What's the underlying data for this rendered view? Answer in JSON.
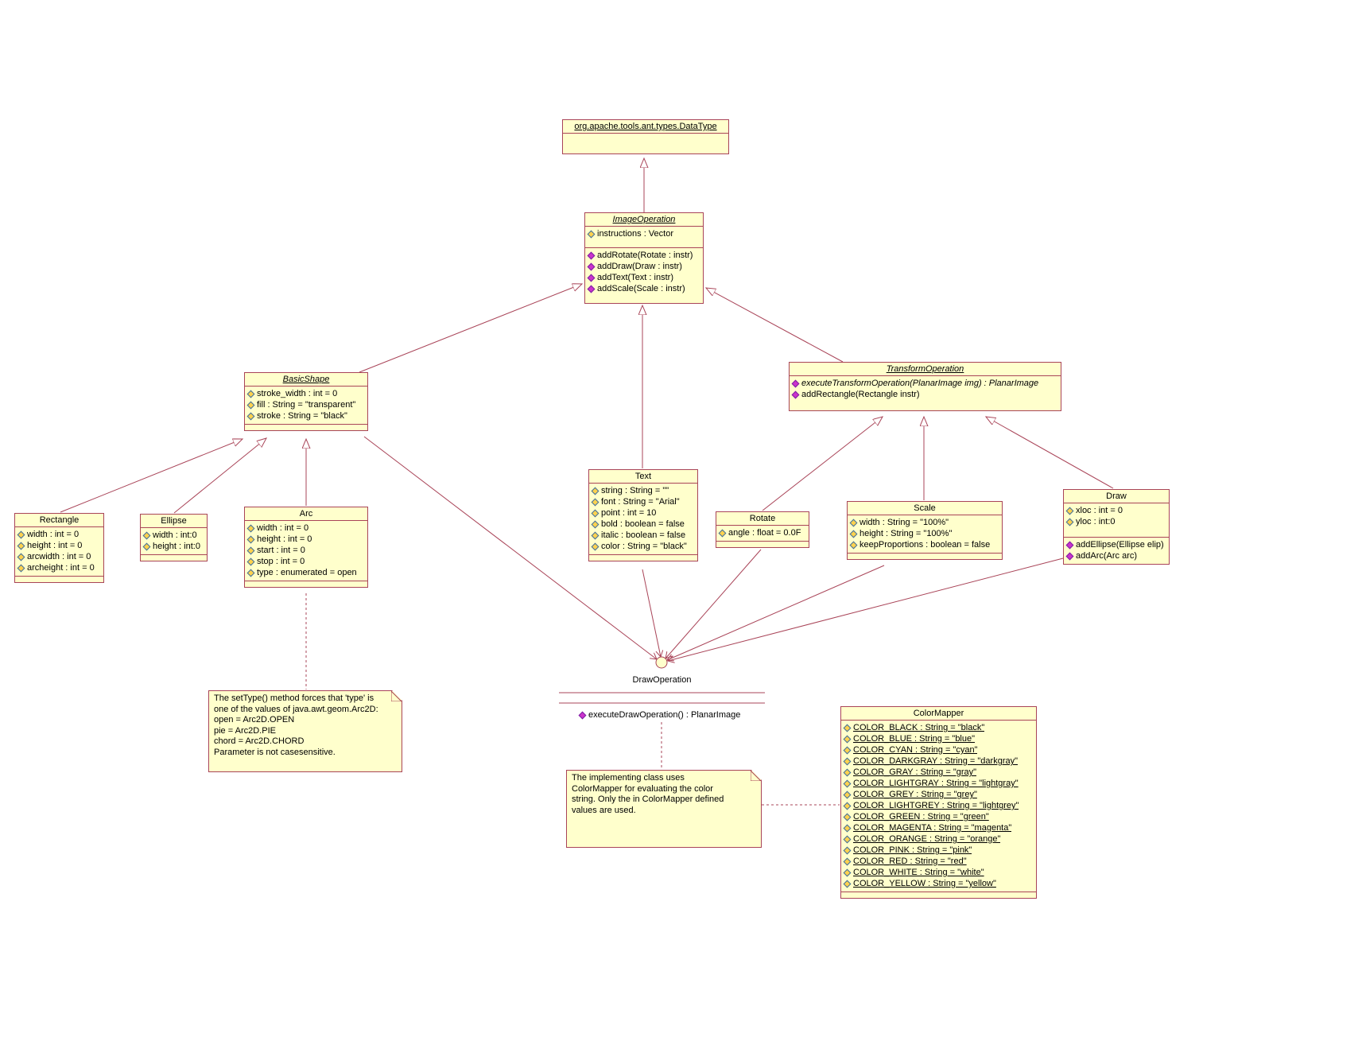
{
  "colors": {
    "line": "#A94458",
    "node_fill": "#FFFFCC",
    "background": "#FFFFFF",
    "attribute_icon": "#FFD24D",
    "attribute_icon_border": "#3A6EA5",
    "method_icon": "#CC33CC",
    "method_icon_border": "#7A1FA2"
  },
  "classes": {
    "datatype": {
      "title": "org.apache.tools.ant.types.DataType",
      "attributes": [],
      "methods": []
    },
    "image_operation": {
      "title": "ImageOperation",
      "attributes": [
        {
          "text": "instructions : Vector"
        }
      ],
      "methods": [
        {
          "text": "addRotate(Rotate : instr)"
        },
        {
          "text": "addDraw(Draw : instr)"
        },
        {
          "text": "addText(Text : instr)"
        },
        {
          "text": "addScale(Scale : instr)"
        }
      ]
    },
    "basic_shape": {
      "title": "BasicShape",
      "attributes": [
        {
          "text": "stroke_width : int = 0"
        },
        {
          "text": "fill : String = \"transparent\""
        },
        {
          "text": "stroke : String = \"black\""
        }
      ],
      "methods": []
    },
    "transform_operation": {
      "title": "TransformOperation",
      "attributes": [],
      "methods": [
        {
          "text": "executeTransformOperation(PlanarImage img) : PlanarImage",
          "italic": true
        },
        {
          "text": "addRectangle(Rectangle instr)"
        }
      ]
    },
    "rectangle": {
      "title": "Rectangle",
      "attributes": [
        {
          "text": "width : int = 0"
        },
        {
          "text": "height : int = 0"
        },
        {
          "text": "arcwidth : int = 0"
        },
        {
          "text": "archeight : int = 0"
        }
      ],
      "methods": []
    },
    "ellipse": {
      "title": "Ellipse",
      "attributes": [
        {
          "text": "width : int:0"
        },
        {
          "text": "height : int:0"
        }
      ],
      "methods": []
    },
    "arc": {
      "title": "Arc",
      "attributes": [
        {
          "text": "width : int = 0"
        },
        {
          "text": "height : int = 0"
        },
        {
          "text": "start : int = 0"
        },
        {
          "text": "stop : int = 0"
        },
        {
          "text": "type : enumerated = open"
        }
      ],
      "methods": []
    },
    "text": {
      "title": "Text",
      "attributes": [
        {
          "text": "string : String = \"\""
        },
        {
          "text": "font : String = \"Arial\""
        },
        {
          "text": "point : int = 10"
        },
        {
          "text": "bold : boolean = false"
        },
        {
          "text": "italic : boolean = false"
        },
        {
          "text": "color : String = \"black\""
        }
      ],
      "methods": []
    },
    "rotate": {
      "title": "Rotate",
      "attributes": [
        {
          "text": "angle : float = 0.0F"
        }
      ],
      "methods": []
    },
    "scale": {
      "title": "Scale",
      "attributes": [
        {
          "text": "width : String = \"100%\""
        },
        {
          "text": "height : String = \"100%\""
        },
        {
          "text": "keepProportions : boolean = false"
        }
      ],
      "methods": []
    },
    "draw": {
      "title": "Draw",
      "attributes": [
        {
          "text": "xloc : int = 0"
        },
        {
          "text": "yloc : int:0"
        }
      ],
      "methods": [
        {
          "text": "addEllipse(Ellipse elip)"
        },
        {
          "text": "addArc(Arc arc)"
        }
      ]
    },
    "colormapper": {
      "title": "ColorMapper",
      "attributes": [
        {
          "text": "COLOR_BLACK : String = \"black\"",
          "underline": true
        },
        {
          "text": "COLOR_BLUE : String = \"blue\"",
          "underline": true
        },
        {
          "text": "COLOR_CYAN : String = \"cyan\"",
          "underline": true
        },
        {
          "text": "COLOR_DARKGRAY : String = \"darkgray\"",
          "underline": true
        },
        {
          "text": "COLOR_GRAY : String = \"gray\"",
          "underline": true
        },
        {
          "text": "COLOR_LIGHTGRAY : String = \"lightgray\"",
          "underline": true
        },
        {
          "text": "COLOR_GREY : String = \"grey\"",
          "underline": true
        },
        {
          "text": "COLOR_LIGHTGREY : String = \"lightgrey\"",
          "underline": true
        },
        {
          "text": "COLOR_GREEN : String = \"green\"",
          "underline": true
        },
        {
          "text": "COLOR_MAGENTA : String = \"magenta\"",
          "underline": true
        },
        {
          "text": "COLOR_ORANGE : String = \"orange\"",
          "underline": true
        },
        {
          "text": "COLOR_PINK : String = \"pink\"",
          "underline": true
        },
        {
          "text": "COLOR_RED : String = \"red\"",
          "underline": true
        },
        {
          "text": "COLOR_WHITE : String = \"white\"",
          "underline": true
        },
        {
          "text": "COLOR_YELLOW : String = \"yellow\"",
          "underline": true
        }
      ],
      "methods": []
    }
  },
  "interface": {
    "name": "DrawOperation",
    "method": "executeDrawOperation() : PlanarImage"
  },
  "notes": {
    "arc_note": "The setType() method forces that 'type' is\none of the values of java.awt.geom.Arc2D:\nopen =  Arc2D.OPEN\npie = Arc2D.PIE\nchord = Arc2D.CHORD\nParameter is not casesensitive.",
    "colormapper_note": "The implementing class uses\nColorMapper for evaluating the color\nstring. Only the in ColorMapper defined\nvalues are used."
  }
}
